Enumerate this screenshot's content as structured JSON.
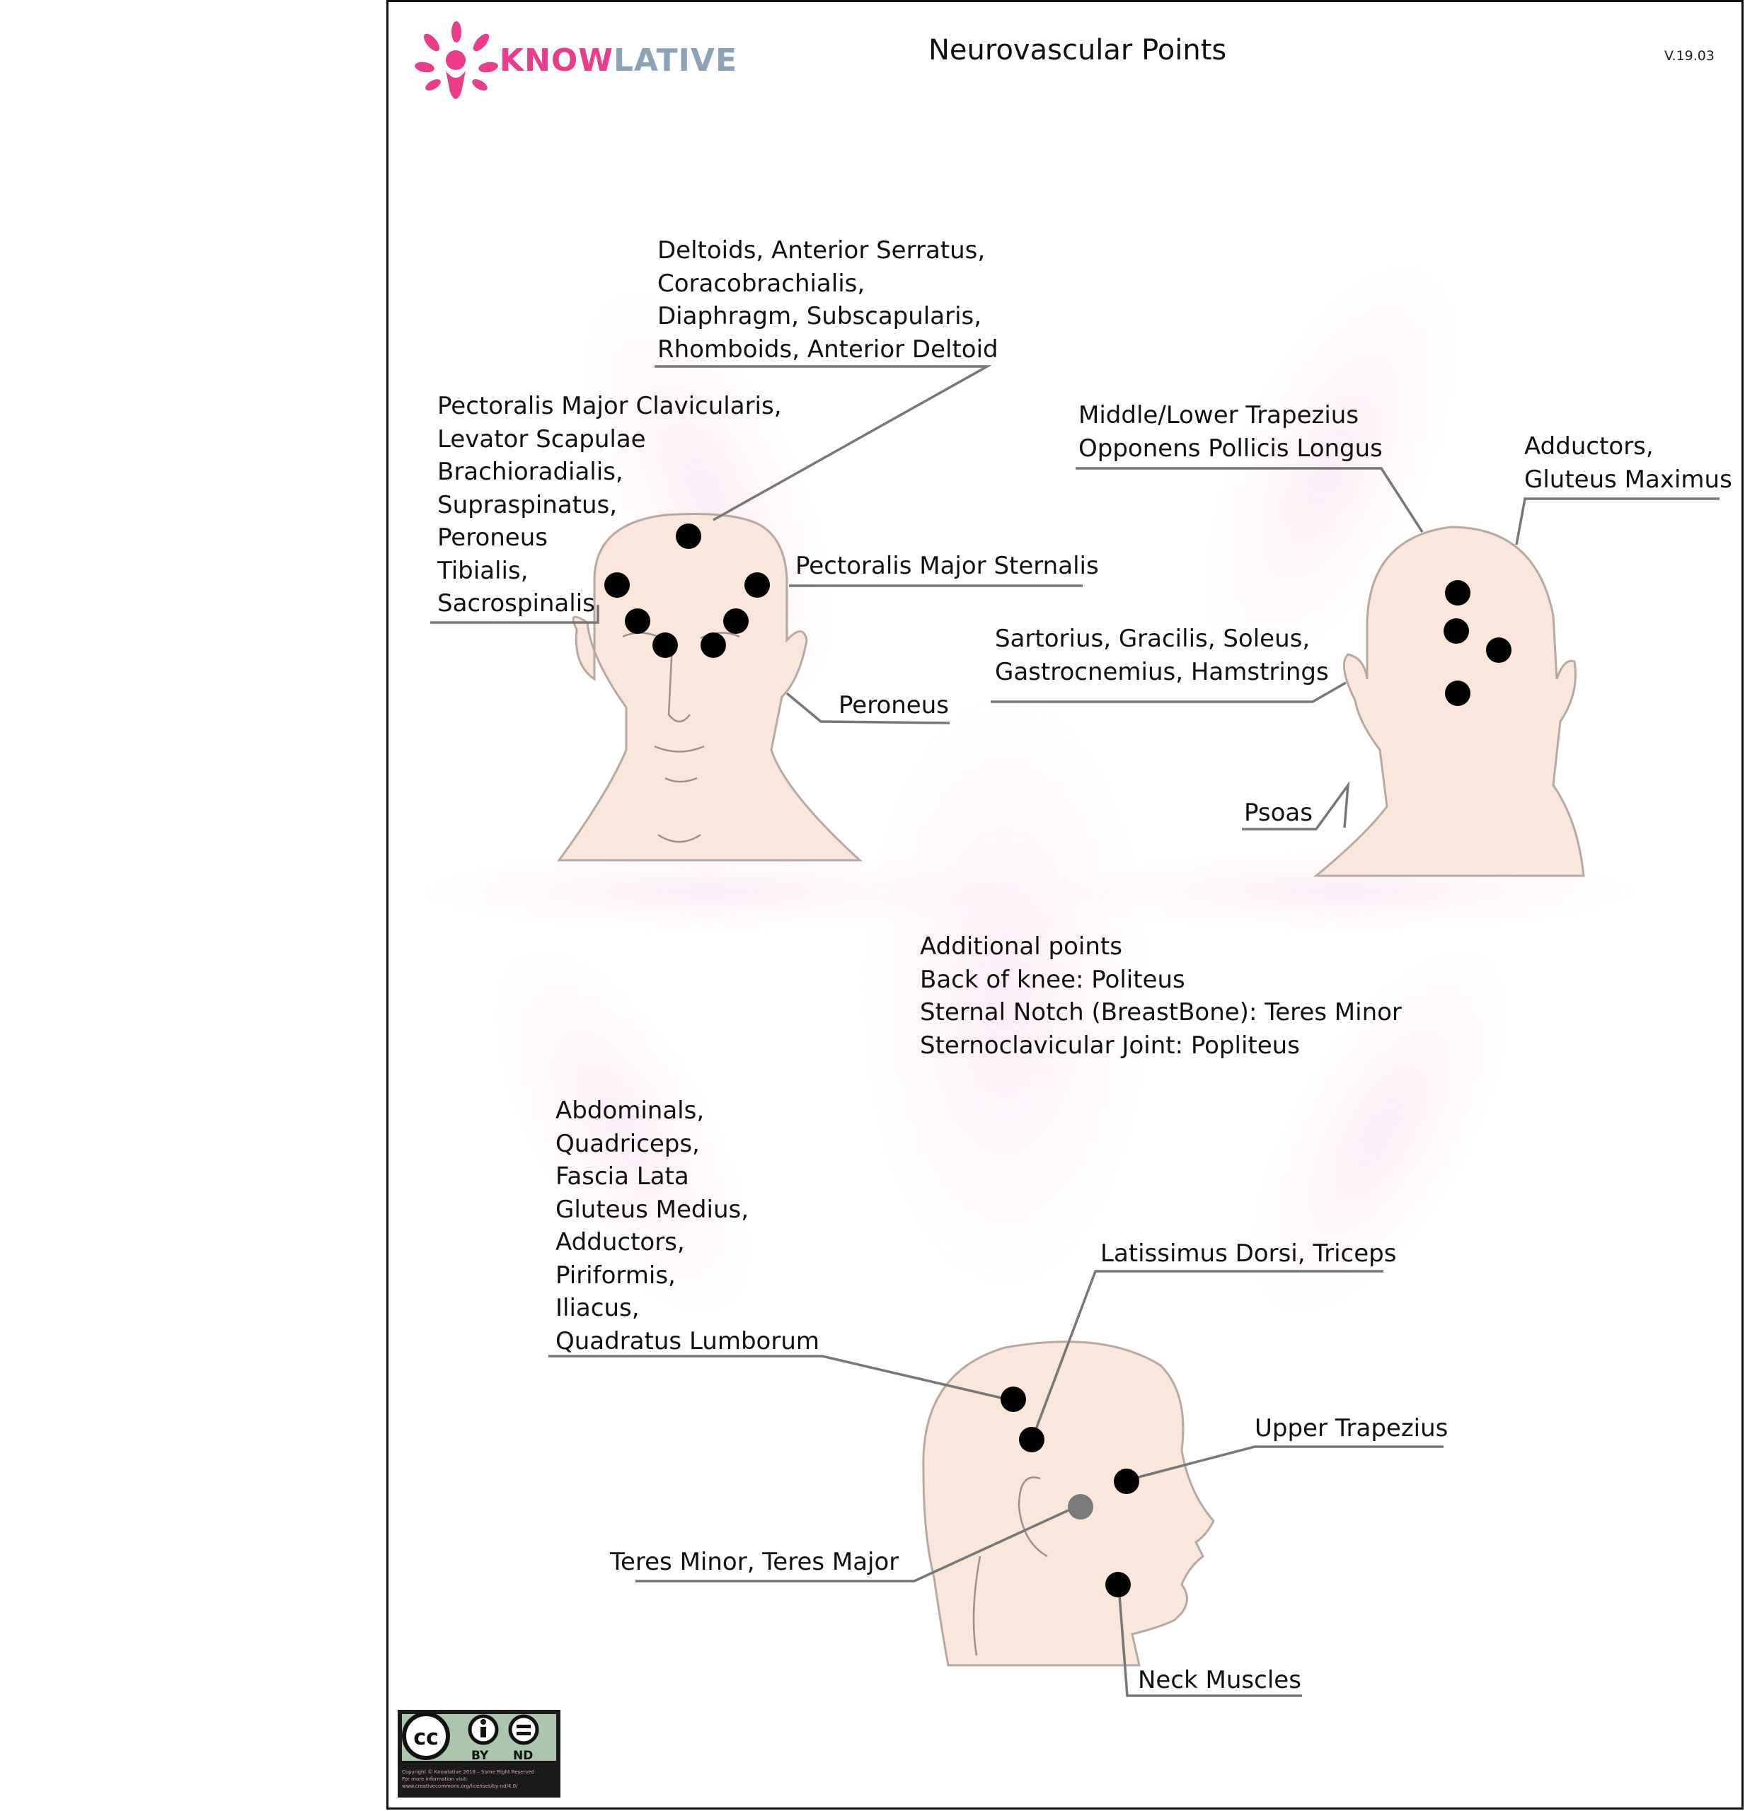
{
  "header": {
    "brand_part1": "KNOW",
    "brand_part2": "LATIVE",
    "title": "Neurovascular Points",
    "version": "V.19.03"
  },
  "labels": {
    "front_top": [
      "Deltoids, Anterior Serratus,",
      "Coracobrachialis,",
      "Diaphragm, Subscapularis,",
      "Rhomboids, Anterior Deltoid"
    ],
    "front_left": [
      "Pectoralis Major Clavicularis,",
      "Levator Scapulae",
      "Brachioradialis,",
      "Supraspinatus,",
      "Peroneus",
      "Tibialis,",
      "Sacrospinalis"
    ],
    "front_right": [
      "Pectoralis Major Sternalis"
    ],
    "front_ear": [
      "Peroneus"
    ],
    "back_top": [
      "Middle/Lower Trapezius",
      "Opponens Pollicis Longus"
    ],
    "back_right": [
      "Adductors,",
      "Gluteus Maximus"
    ],
    "back_left": [
      "Sartorius, Gracilis, Soleus,",
      "Gastrocnemius, Hamstrings"
    ],
    "back_neck": [
      "Psoas"
    ],
    "additional": [
      "Additional points",
      "Back of knee: Politeus",
      "Sternal Notch (BreastBone): Teres Minor",
      "Sternoclavicular Joint: Popliteus"
    ],
    "side_left": [
      "Abdominals,",
      "Quadriceps,",
      "Fascia Lata",
      "Gluteus Medius,",
      "Adductors,",
      "Piriformis,",
      "Iliacus,",
      "Quadratus Lumborum"
    ],
    "side_top": [
      "Latissimus Dorsi, Triceps"
    ],
    "side_right": [
      "Upper Trapezius"
    ],
    "side_ear": [
      "Teres Minor, Teres Major"
    ],
    "side_neck": [
      "Neck Muscles"
    ]
  },
  "license": {
    "cc": "cc",
    "by": "BY",
    "nd": "ND",
    "fine_print": [
      "Copyright © Knowlative 2018 – Some Right Reserved",
      "For more information visit:",
      "www.creativecommons.org/licenses/by-nd/4.0/"
    ]
  },
  "colors": {
    "brand_pink": "#e93d8c",
    "brand_gray": "#8da3b5",
    "skin": "#fbe6dc",
    "skin_outline": "#b5a9a2",
    "point": "#000000",
    "point_gray": "#7a7a7a",
    "leader_line": "#777777",
    "cc_badge_bg": "#abc6ad"
  },
  "icons": [
    "knowlative-tree-logo-icon",
    "creative-commons-icon",
    "attribution-person-icon",
    "no-derivatives-equals-icon"
  ]
}
